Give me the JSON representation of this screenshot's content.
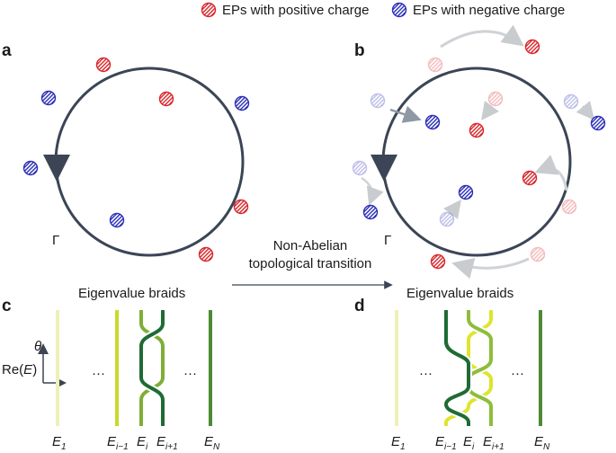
{
  "legend": {
    "positive": "EPs with positive charge",
    "negative": "EPs with negative charge"
  },
  "panels": {
    "a": "a",
    "b": "b",
    "c": "c",
    "d": "d"
  },
  "loop_label": "Γ",
  "transition_label": {
    "line1": "Non-Abelian",
    "line2": "topological transition"
  },
  "braid_title": "Eigenvalue braids",
  "axes": {
    "theta": "θ",
    "re_prefix": "Re(",
    "re_var": "E",
    "re_suffix": ")"
  },
  "ellipsis": "···",
  "eigen_labels": {
    "E1": {
      "main": "E",
      "sub": "1"
    },
    "Eim1": {
      "main": "E",
      "sub": "i−1"
    },
    "Ei": {
      "main": "E",
      "sub": "i"
    },
    "Eip1": {
      "main": "E",
      "sub": "i+1"
    },
    "EN": {
      "main": "E",
      "sub": "N"
    }
  },
  "colors": {
    "positive": "#d8262b",
    "negative": "#2a2fb8",
    "loop": "#3b4556",
    "strand_pale": "#eef0b8",
    "strand_yellow": "#c9d92a",
    "strand_mid": "#7fae37",
    "strand_dark": "#1f6b35",
    "strand_N": "#4d8a33",
    "faded_arrow": "#cfd2d6"
  }
}
